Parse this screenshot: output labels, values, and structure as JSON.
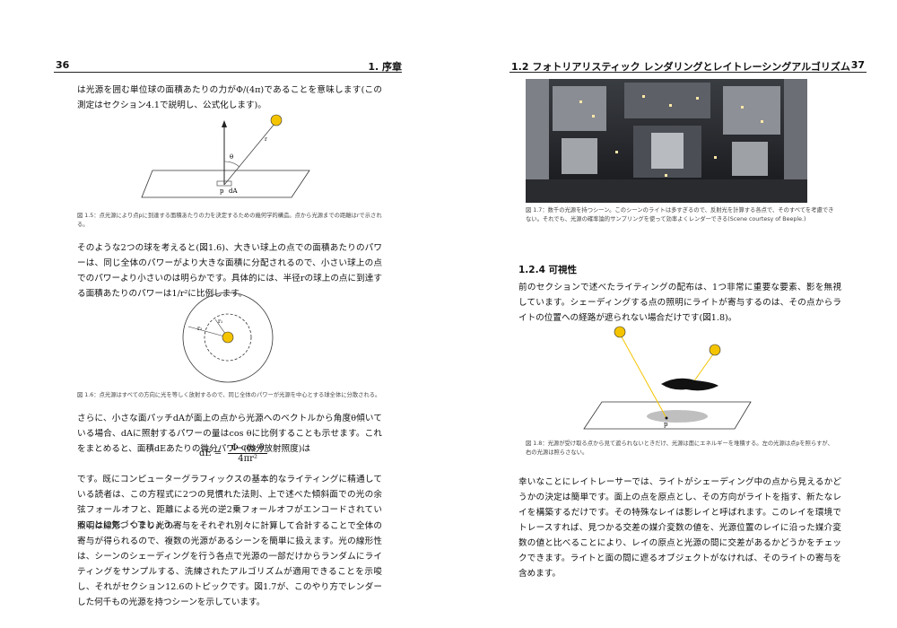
{
  "left": {
    "page_number": "36",
    "chapter": "1. 序章",
    "p1": "は光源を囲む単位球の面積あたりの力がΦ/(4π)であることを意味します(この測定はセクション4.1で説明し、公式化します)。",
    "fig15": {
      "caption": "図 1.5：点光源により点pに到達する面積あたりの力を決定するための幾何学的構造。点から光源までの距離はrで示される。",
      "label_theta": "θ",
      "label_r": "r",
      "label_p": "p",
      "label_da": "dA"
    },
    "p2": "そのような2つの球を考えると(図1.6)、大きい球上の点での面積あたりのパワーは、同じ全体のパワーがより大きな面積に分配されるので、小さい球上の点でのパワーより小さいのは明らかです。具体的には、半径rの球上の点に到達する面積あたりのパワーは1/r²に比例します。",
    "fig16": {
      "caption": "図 1.6：点光源はすべての方向に光を等しく放射するので、同じ全体のパワーが光源を中心とする球全体に分散される。",
      "label_r1": "r₁",
      "label_r2": "r₂"
    },
    "p3": "さらに、小さな面パッチdAが面上の点から光源へのベクトルから角度θ傾いている場合、dAに照射するパワーの量はcos θに比例することも示せます。これをまとめると、面積dEあたりの微分パワー(微分放射照度)は",
    "eq": {
      "lhs": "dE =",
      "num": "Φ cos θ",
      "den": "4πr²"
    },
    "p4": "です。既にコンピューターグラフィックスの基本的なライティングに精通している読者は、この方程式に2つの見慣れた法則、上で述べた傾斜面での光の余弦フォールオフと、距離による光の逆2乗フォールオフがエンコードされていることに気づくでしょう。",
    "p5": "照明は線形、つまり光の寄与をそれぞれ別々に計算して合計することで全体の寄与が得られるので、複数の光源があるシーンを簡単に扱えます。光の線形性は、シーンのシェーディングを行う各点で光源の一部だけからランダムにライティングをサンプルする、洗練されたアルゴリズムが適用できることを示唆し、それがセクション12.6のトピックです。図1.7が、このやり方でレンダーした何千もの光源を持つシーンを示しています。"
  },
  "right": {
    "page_number": "37",
    "section_header": "1.2 フォトリアリスティック レンダリングとレイトレーシングアルゴリズム",
    "fig17": {
      "caption": "図 1.7：数千の光源を持つシーン。このシーンのライトは多すぎるので、反射光を計算する各点で、そのすべてを考慮できない。それでも、光源の確率論的サンプリングを使って効率よくレンダーできる(Scene courtesy of Beeple.)"
    },
    "section_title": "1.2.4 可視性",
    "p1": "前のセクションで述べたライティングの配布は、1つ非常に重要な要素、影を無視しています。シェーディングする点の照明にライトが寄与するのは、その点からライトの位置への経路が遮られない場合だけです(図1.8)。",
    "fig18": {
      "caption": "図 1.8：光源が受け取る点から見て遮られないときだけ、光源は面にエネルギーを堆積する。左の光源は点pを照らすが、右の光源は照らさない。",
      "label_p": "p"
    },
    "p2": "幸いなことにレイトレーサーでは、ライトがシェーディング中の点から見えるかどうかの決定は簡単です。面上の点を原点とし、その方向がライトを指す、新たなレイを構築するだけです。その特殊なレイは影レイと呼ばれます。このレイを環境でトレースすれば、見つかる交差の媒介変数の値を、光源位置のレイに沿った媒介変数の値と比べることにより、レイの原点と光源の間に交差があるかどうかをチェックできます。ライトと面の間に遮るオブジェクトがなければ、そのライトの寄与を含めます。"
  }
}
